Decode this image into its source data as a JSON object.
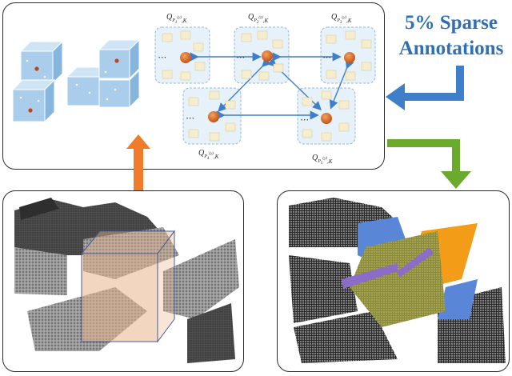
{
  "annotation_title": {
    "line1": "5% Sparse",
    "line2": "Annotations"
  },
  "graph_nodes": [
    {
      "label": "Q",
      "sub": "P",
      "sup": "(y)",
      "idx": "1",
      "k": "K"
    },
    {
      "label": "Q",
      "sub": "P",
      "sup": "(z)",
      "idx": "2",
      "k": "K"
    },
    {
      "label": "Q",
      "sub": "P",
      "sup": "(y)",
      "idx": "3",
      "k": "K"
    },
    {
      "label": "Q",
      "sub": "P",
      "sup": "(y)",
      "idx": "4",
      "k": "K"
    },
    {
      "label": "Q",
      "sub": "P",
      "sup": "(y)",
      "idx": "5",
      "k": "K"
    }
  ],
  "colors": {
    "title_blue": "#2f70b5",
    "arrow_blue": "#3f7fca",
    "arrow_orange": "#f07b2a",
    "arrow_green": "#6aaa2c",
    "cube_face": "#a9cdea",
    "node_orange": "#d9661f",
    "dashed_box": "#8fb9dd"
  }
}
